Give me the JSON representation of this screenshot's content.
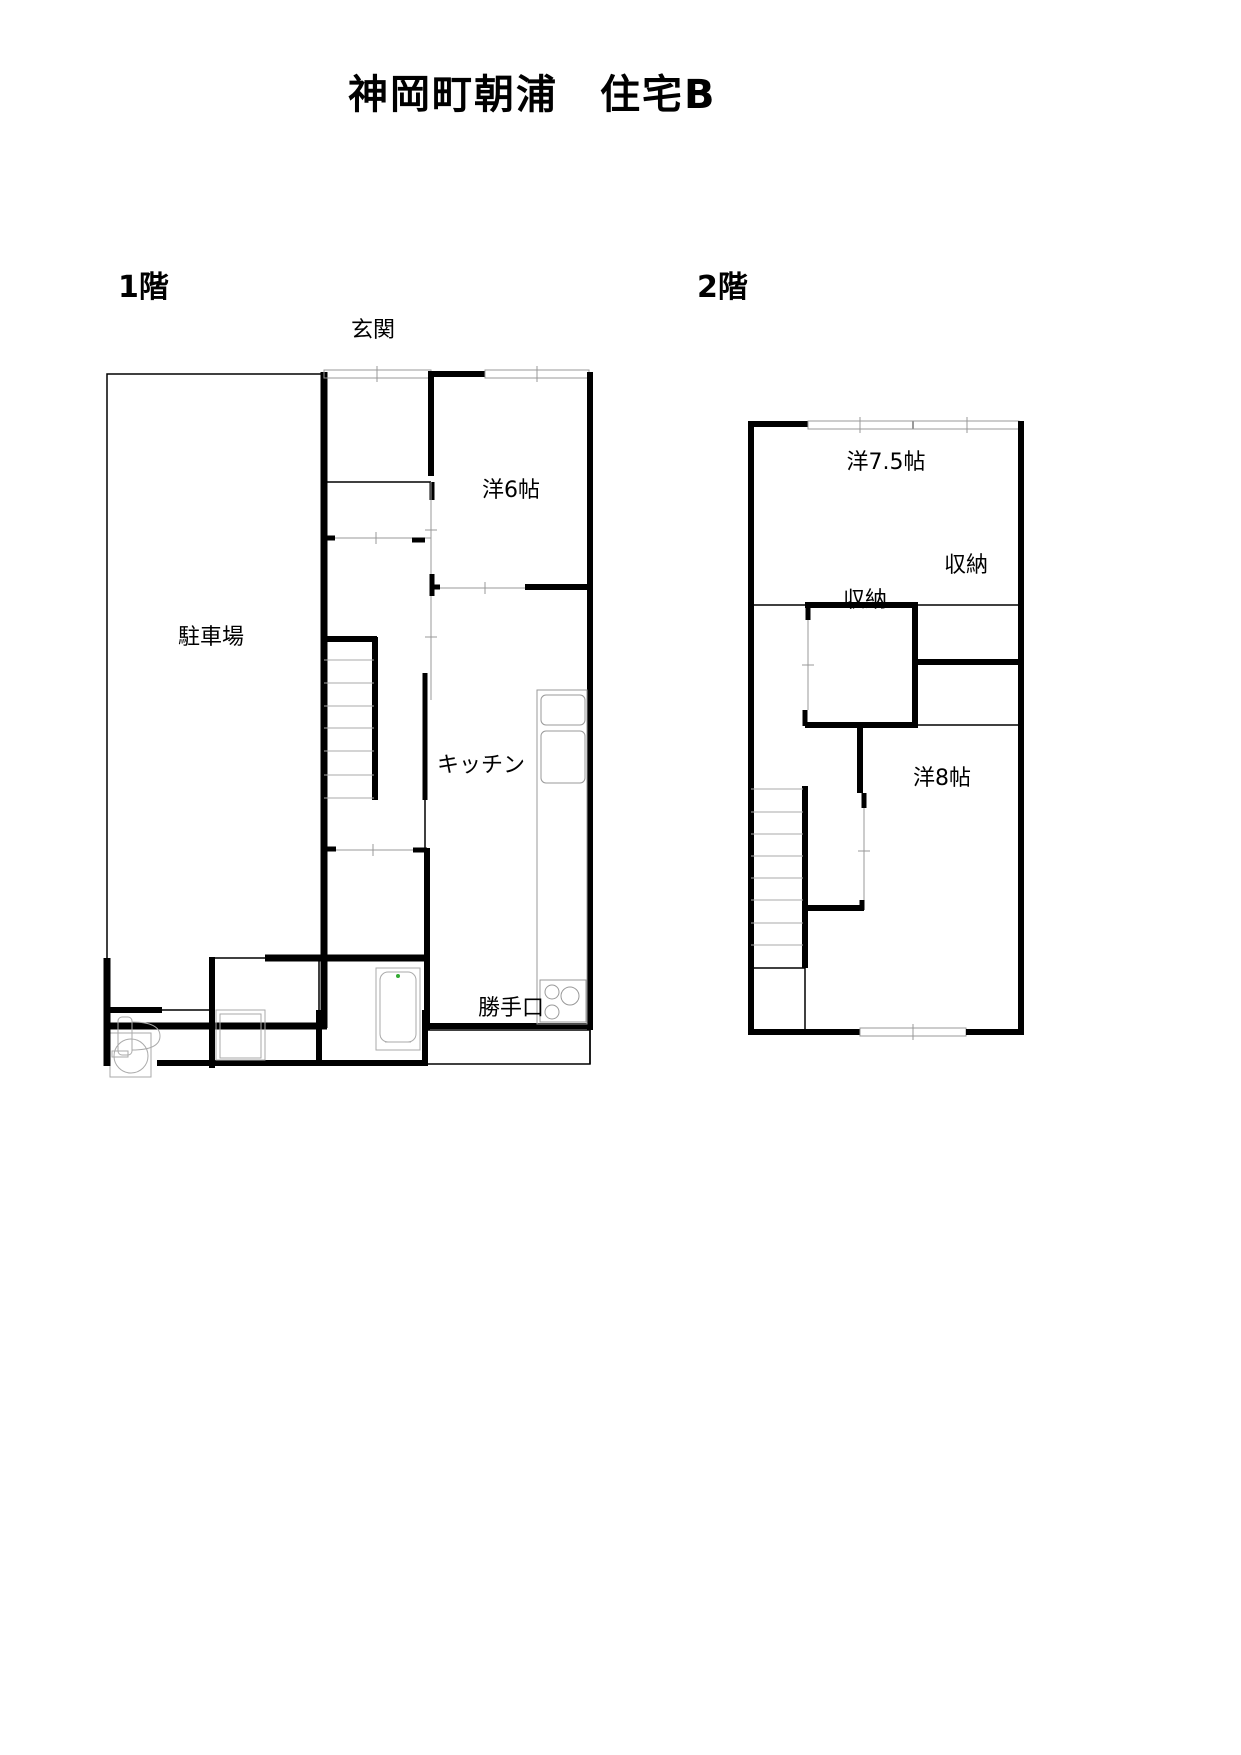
{
  "title": "神岡町朝浦　住宅B",
  "floors": [
    {
      "label": "1階",
      "rooms": {
        "entrance": "玄関",
        "western_6": "洋6帖",
        "parking": "駐車場",
        "kitchen": "キッチン",
        "back_door": "勝手口"
      }
    },
    {
      "label": "2階",
      "rooms": {
        "western_7_5": "洋7.5帖",
        "storage_a": "収納",
        "storage_b": "収納",
        "western_8": "洋8帖"
      }
    }
  ],
  "colors": {
    "wall": "#000000",
    "fixture": "#9a9a9a",
    "background": "#ffffff"
  }
}
